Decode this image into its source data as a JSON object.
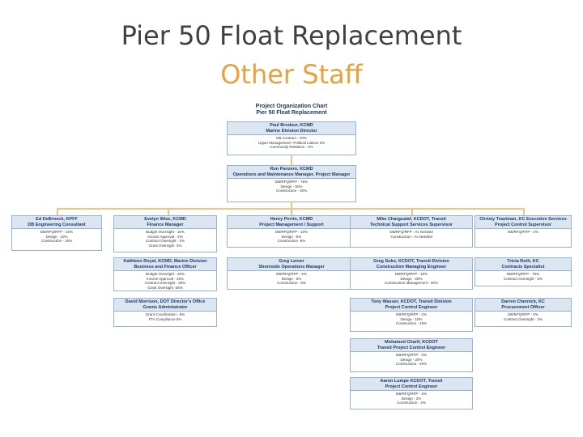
{
  "slide": {
    "title": "Pier 50 Float Replacement",
    "subtitle": "Other Staff"
  },
  "chart": {
    "title": "Project Organization Chart",
    "subtitle": "Pier 50 Float Replacement"
  },
  "top": [
    {
      "name": "Paul Brodeur, KCMD",
      "role": "Marine Division Director",
      "duties": [
        "DB Contract - 10%",
        "Upper Management / Political Liaison 2%",
        "Community Relations - 2%"
      ]
    },
    {
      "name": "Ron Panzero, KCMD",
      "role": "Operations and Maintenance Manager, Project Manager",
      "duties": [
        "DB/RFQ/RFP - 75%",
        "Design - 50%",
        "Construction - 30%"
      ]
    }
  ],
  "columns": [
    [
      {
        "name": "Ed DeBroeck, KPFF",
        "role": "DB Engineering Consultant",
        "duties": [
          "DB/RFQ/RFP - 10%",
          "Design - 10%",
          "Construction - 10%"
        ]
      }
    ],
    [
      {
        "name": "Evelyn Wise, KCMD",
        "role": "Finance Manager",
        "duties": [
          "Budget Oversight - 15%",
          "Invoice Approval - 2%",
          "Contract Oversight - 2%",
          "Grant Oversight -2%"
        ]
      },
      {
        "name": "Kathleen Royal, KCMD, Marine Division",
        "role": "Business and Finance Officer",
        "duties": [
          "Budget Oversight - 25%",
          "Invoice Approval - 25%",
          "Contract Oversight - 25%",
          "Grant Oversight -25%"
        ]
      },
      {
        "name": "David Morrison, DOT Director's Office",
        "role": "Grants Administrator",
        "duties": [
          "Grant Coordination - 5%",
          "FTA Compliance 5%"
        ]
      }
    ],
    [
      {
        "name": "Henry Perrin, KCMD",
        "role": "Project Management / Support",
        "duties": [
          "DB/RFQ/RFP - 10%",
          "Design - 5%",
          "Construction -5%"
        ]
      },
      {
        "name": "Greg Lerner",
        "role": "Shoreside Operations Manager",
        "duties": [
          "DB/RFQ/RFP - 5%",
          "Design - 5%",
          "Construction - 5%"
        ]
      }
    ],
    [
      {
        "name": "Mike Chargualaf, KCDOT, Transit",
        "role": "Technical Support Services Supervisor",
        "duties": [
          "DB/RFQ/RFP - As Needed",
          "Construction - As Needed"
        ]
      },
      {
        "name": "Greg Suko, KCDOT, Transit Division",
        "role": "Construction Managing Engineer",
        "duties": [
          "DB/RFQ/RFP - 10%",
          "Design - 25%",
          "Construction Management - 30%"
        ]
      },
      {
        "name": "Tony Wasser, KCDOT, Transit Division",
        "role": "Project Control Engineer",
        "duties": [
          "DB/RFQ/RFP - 2%",
          "Design - 10%",
          "Construction - 10%"
        ]
      },
      {
        "name": "Mohamed Charif, KCDOT",
        "role": "Transit Project Control Engineer",
        "duties": [
          "DB/RFQ/RFP - 2%",
          "Design - 20%",
          "Construction - 40%"
        ]
      },
      {
        "name": "Aaron Lumpe KCDOT, Transit",
        "role": "Project Control Engineer",
        "duties": [
          "DB/RFQ/RFP - 2%",
          "Design - 2%",
          "Construction - 2%"
        ]
      }
    ],
    [
      {
        "name": "Christy Trautman, KC Executive Services",
        "role": "Project Control Supervisor",
        "duties": [
          "DB/RFQ/RFP - 2%"
        ]
      },
      {
        "name": "Tricia Roth, KC",
        "role": "Contracts Specialist",
        "duties": [
          "DB/RFQ/RFP - 75%",
          "Contract Oversight - 5%"
        ]
      },
      {
        "name": "Darren Chernick, KC",
        "role": "Procurement Officer",
        "duties": [
          "DB/RFQ/RFP - 5%",
          "Contract Oversight - 2%"
        ]
      }
    ]
  ]
}
